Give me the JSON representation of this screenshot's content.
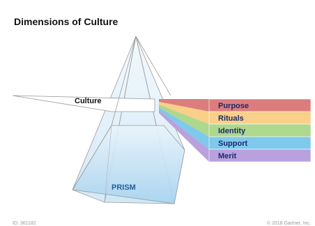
{
  "title": "Dimensions of Culture",
  "diagram": {
    "input_label": "Culture",
    "prism_label": "PRISM",
    "bands": [
      {
        "label": "Purpose",
        "color": "#dc7d7d"
      },
      {
        "label": "Rituals",
        "color": "#f9cf8a"
      },
      {
        "label": "Identity",
        "color": "#aed88d"
      },
      {
        "label": "Support",
        "color": "#7fc9ec"
      },
      {
        "label": "Merit",
        "color": "#b9a1de"
      }
    ]
  },
  "footer": {
    "id_text": "ID: 361182",
    "copyright": "© 2018 Gartner, Inc."
  }
}
